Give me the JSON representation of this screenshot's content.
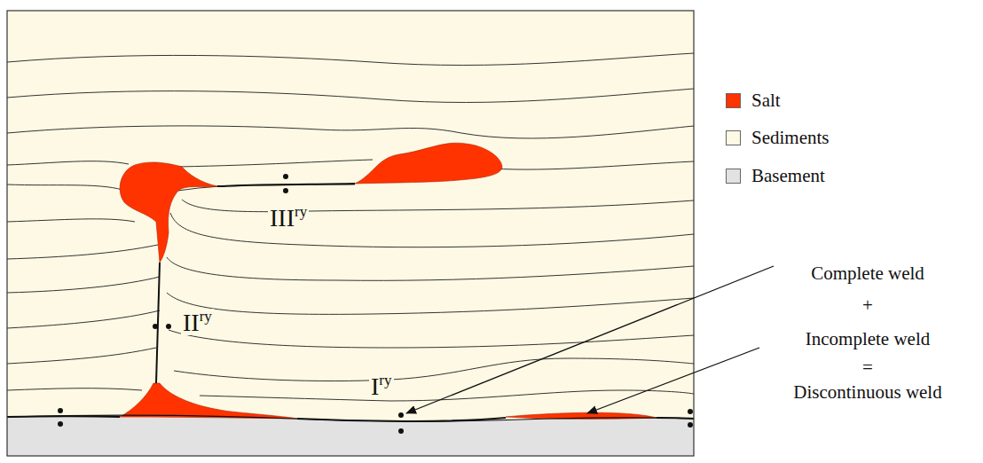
{
  "diagram": {
    "labels": [
      "IIIry",
      "IIry",
      "Iry",
      "Complete weld",
      "+",
      "Incomplete weld",
      "=",
      "Discontinuous weld"
    ],
    "legend": [
      {
        "text": "Salt",
        "color": "#ff3300"
      },
      {
        "text": "Sediments",
        "color": "#fdf9e4"
      },
      {
        "text": "Basement",
        "color": "#e2e2e2"
      }
    ]
  }
}
